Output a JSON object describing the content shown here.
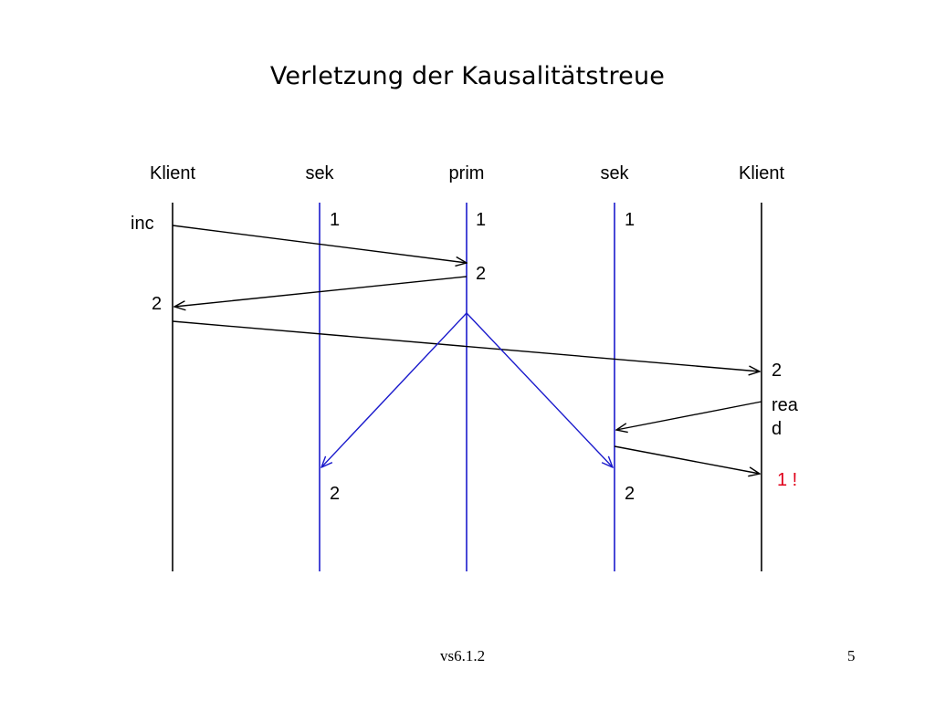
{
  "title": "Verletzung der Kausalitätstreue",
  "columns": [
    {
      "label": "Klient",
      "line_color": "#000000"
    },
    {
      "label": "sek",
      "line_color": "#1a1acc"
    },
    {
      "label": "prim",
      "line_color": "#1a1acc"
    },
    {
      "label": "sek",
      "line_color": "#1a1acc"
    },
    {
      "label": "Klient",
      "line_color": "#000000"
    }
  ],
  "labels": {
    "inc": "inc",
    "sek_left_top": "1",
    "prim_top": "1",
    "sek_right_top": "1",
    "prim_after_inc": "2",
    "client_left_ack": "2",
    "client_right_value": "2",
    "read_line1": "rea",
    "read_line2": "d",
    "read_result": "1 !",
    "sek_left_bottom": "2",
    "sek_right_bottom": "2"
  },
  "footer": {
    "source": "vs6.1.2",
    "page_number": "5"
  },
  "colors": {
    "message_black": "#000000",
    "propagation_blue": "#1a1acc",
    "violation_red": "#e0001a"
  }
}
